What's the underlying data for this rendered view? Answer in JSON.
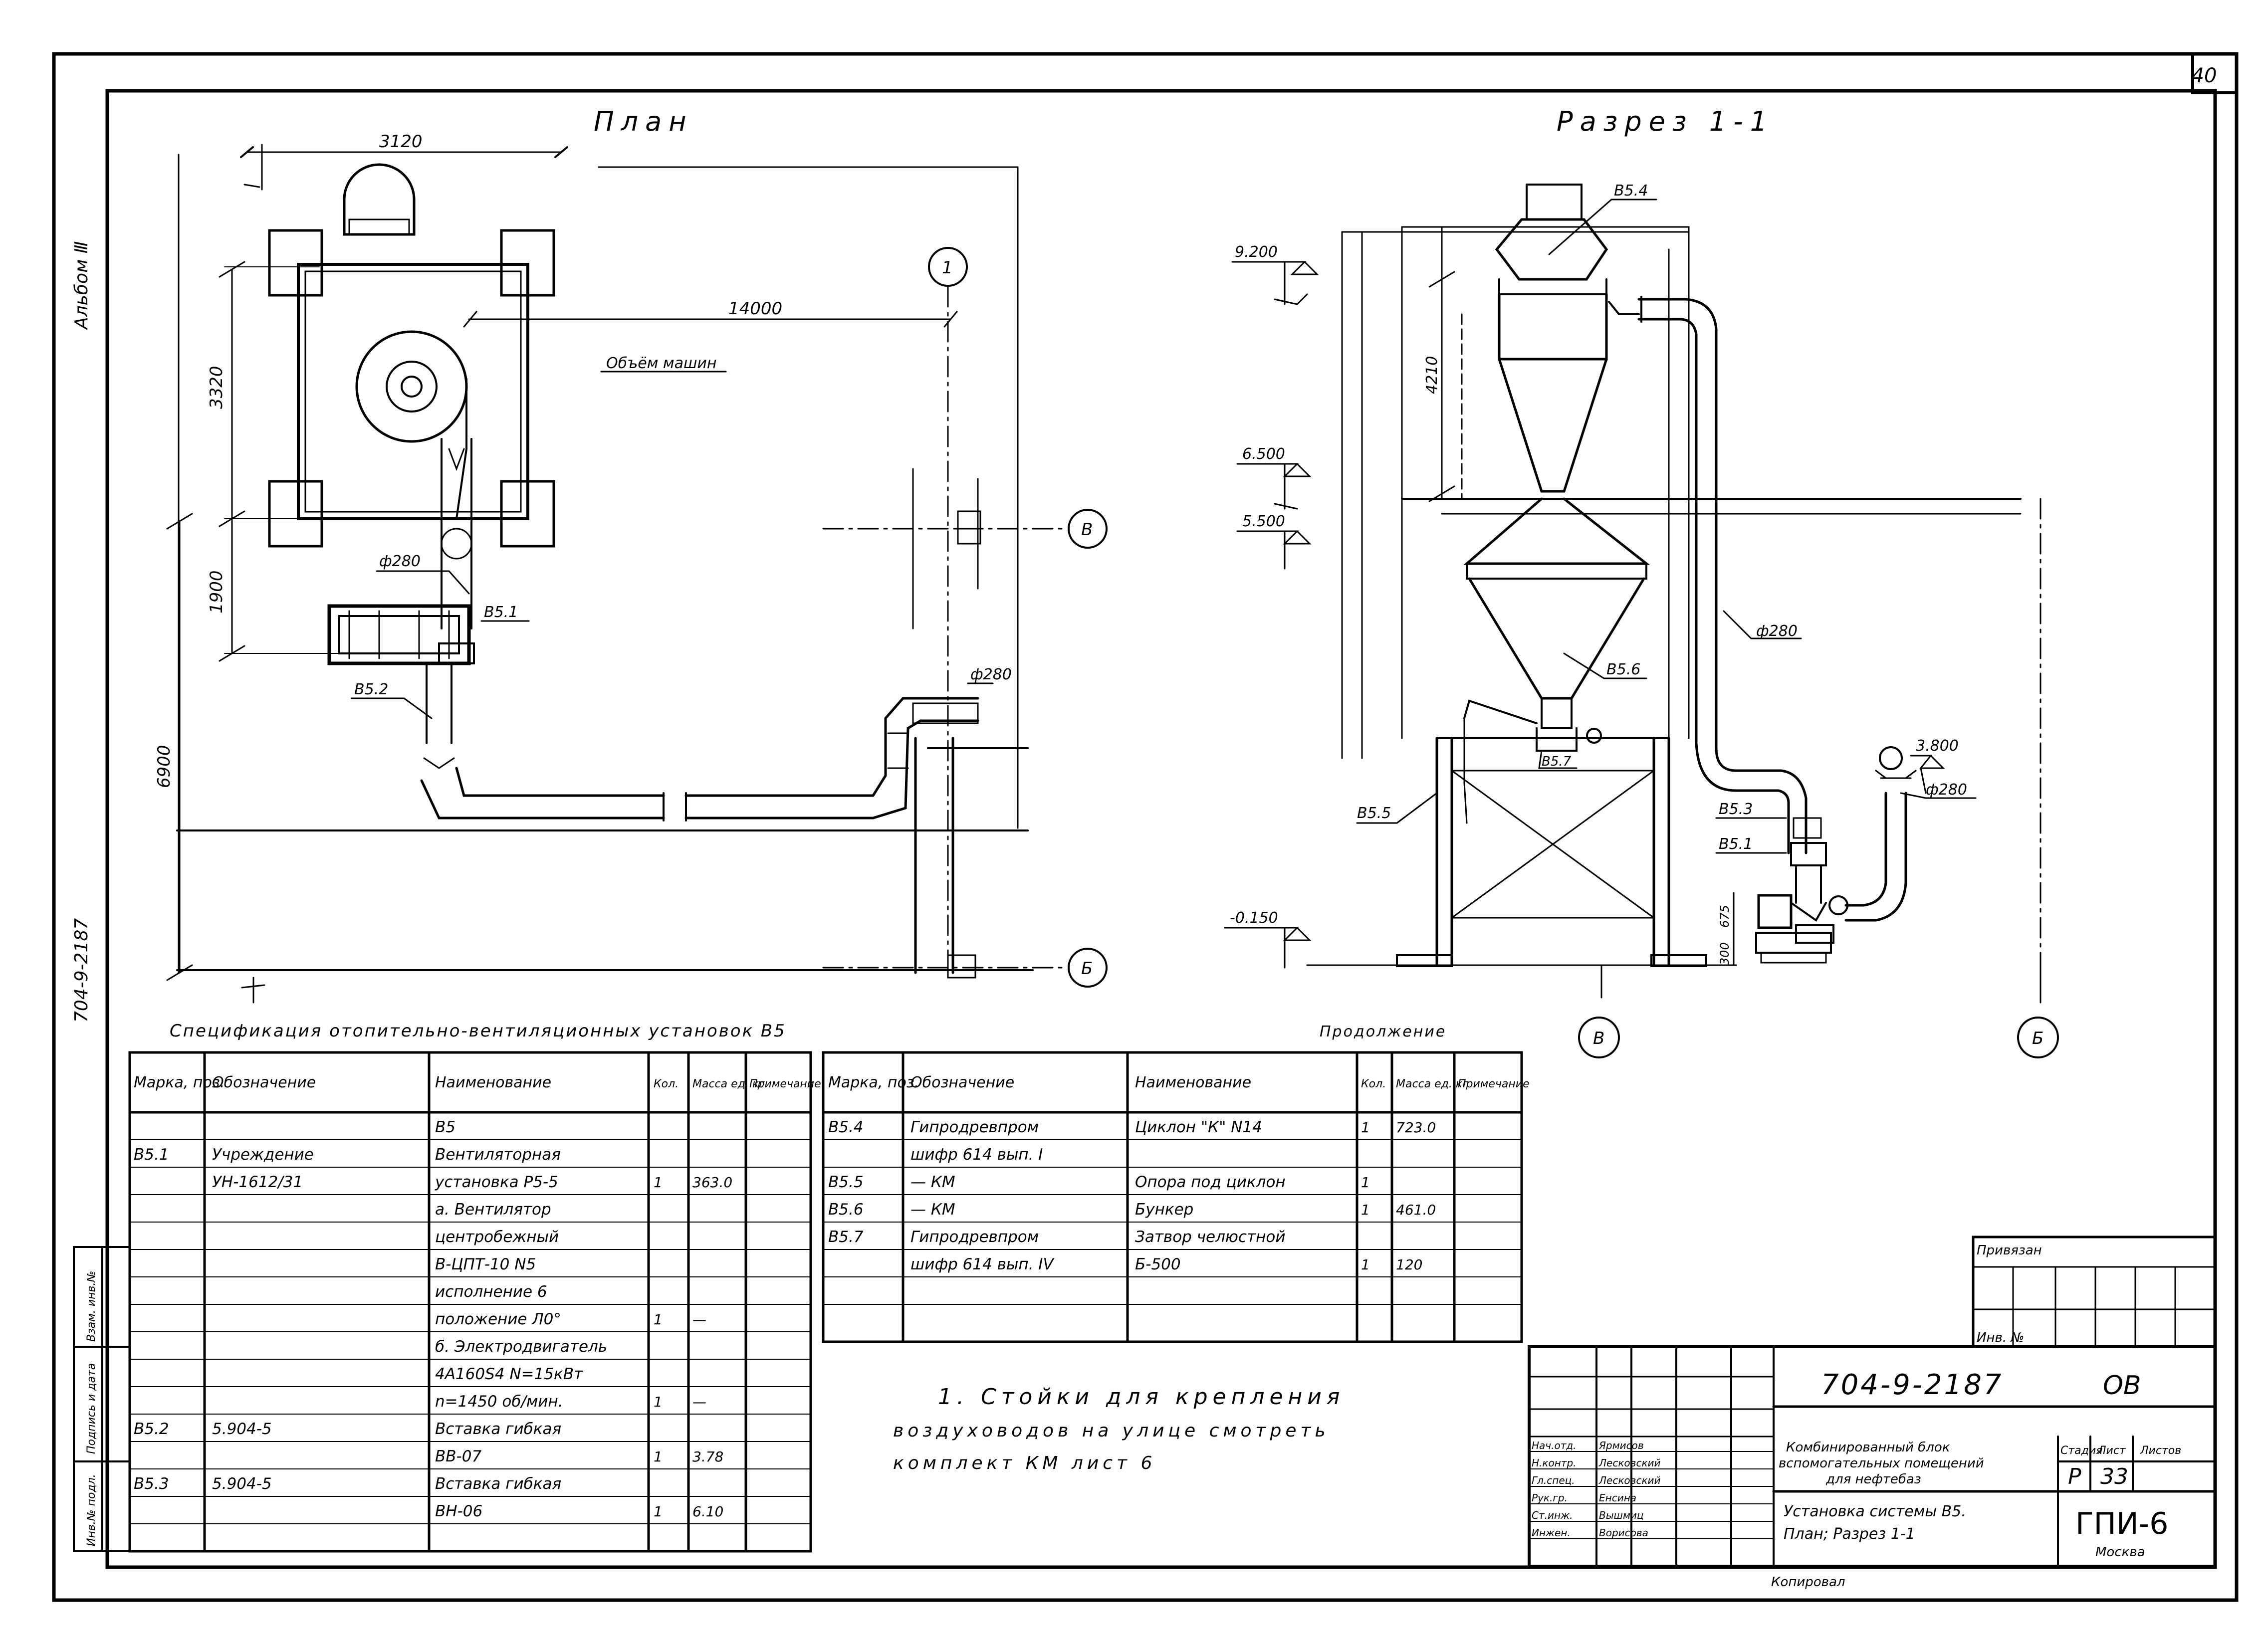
{
  "sheet": {
    "sheet_number": "40",
    "album_side": "Альбом Ⅲ",
    "doc_side": "704-9-2187"
  },
  "plan": {
    "title": "План",
    "dim_top": "3120",
    "dim_3320": "3320",
    "dim_1900": "1900",
    "dim_6900": "6900",
    "dim_14000": "14000",
    "machine_label": "Объём машин",
    "axis_1": "1",
    "axis_b": "В",
    "axis_bb": "Б",
    "pipe_d1": "ф280",
    "pipe_d2": "ф280",
    "mark_b51": "В5.1",
    "mark_b52": "В5.2"
  },
  "section": {
    "title": "Разрез 1-1",
    "lvl_9200": "9.200",
    "lvl_6500": "6.500",
    "lvl_5500": "5.500",
    "lvl_0150": "-0.150",
    "lvl_3800": "3.800",
    "dim_4210": "4210",
    "dim_300": "300",
    "dim_675": "675",
    "pipe_d1": "ф280",
    "pipe_d2": "ф280",
    "mark_b54": "В5.4",
    "mark_b56": "В5.6",
    "mark_b57": "В5.7",
    "mark_b55": "В5.5",
    "mark_b53": "В5.3",
    "mark_b51": "В5.1",
    "axis_b": "В",
    "axis_bb": "Б"
  },
  "spec": {
    "title": "Спецификация отопительно-вентиляционных установок В5",
    "headers": [
      "Марка, поз.",
      "Обозначение",
      "Наименование",
      "Кол.",
      "Масса ед. кг",
      "Примечание"
    ],
    "rows": [
      [
        "",
        "",
        "В5",
        "",
        "",
        ""
      ],
      [
        "В5.1",
        "Учреждение",
        "Вентиляторная",
        "",
        "",
        ""
      ],
      [
        "",
        "УН-1612/31",
        "установка Р5-5",
        "1",
        "363.0",
        ""
      ],
      [
        "",
        "",
        "а. Вентилятор",
        "",
        "",
        ""
      ],
      [
        "",
        "",
        "центробежный",
        "",
        "",
        ""
      ],
      [
        "",
        "",
        "В-ЦПТ-10 N5",
        "",
        "",
        ""
      ],
      [
        "",
        "",
        "исполнение 6",
        "",
        "",
        ""
      ],
      [
        "",
        "",
        "положение Л0°",
        "1",
        "—",
        ""
      ],
      [
        "",
        "",
        "б. Электродвигатель",
        "",
        "",
        ""
      ],
      [
        "",
        "",
        "4А160S4 N=15кВт",
        "",
        "",
        ""
      ],
      [
        "",
        "",
        "n=1450 об/мин.",
        "1",
        "—",
        ""
      ],
      [
        "В5.2",
        "5.904-5",
        "Вставка гибкая",
        "",
        "",
        ""
      ],
      [
        "",
        "",
        "ВВ-07",
        "1",
        "3.78",
        ""
      ],
      [
        "В5.3",
        "5.904-5",
        "Вставка гибкая",
        "",
        "",
        ""
      ],
      [
        "",
        "",
        "ВН-06",
        "1",
        "6.10",
        ""
      ]
    ]
  },
  "spec2": {
    "title": "Продолжение",
    "headers": [
      "Марка, поз.",
      "Обозначение",
      "Наименование",
      "Кол.",
      "Масса ед. кг",
      "Примечание"
    ],
    "rows": [
      [
        "В5.4",
        "Гипродревпром",
        "Циклон \"К\" N14",
        "1",
        "723.0",
        ""
      ],
      [
        "",
        "шифр 614 вып. I",
        "",
        "",
        "",
        ""
      ],
      [
        "В5.5",
        "— КМ",
        "Опора под циклон",
        "1",
        "",
        ""
      ],
      [
        "В5.6",
        "— КМ",
        "Бункер",
        "1",
        "461.0",
        ""
      ],
      [
        "В5.7",
        "Гипродревпром",
        "Затвор челюстной",
        "",
        "",
        ""
      ],
      [
        "",
        "шифр 614 вып. IV",
        "Б-500",
        "1",
        "120",
        ""
      ],
      [
        "",
        "",
        "",
        "",
        "",
        ""
      ]
    ]
  },
  "note": {
    "line1": "1. Стойки для крепления",
    "line2": "воздуховодов на улице смотреть",
    "line3": "комплект КМ лист 6"
  },
  "stamp": {
    "privyazan": "Привязан",
    "inv": "Инв. №",
    "code": "704-9-2187",
    "mark": "ОВ",
    "project": [
      "Комбинированный блок",
      "вспомогательных помещений",
      "для нефтебаз"
    ],
    "sheet_title": [
      "Установка системы В5.",
      "План; Разрез 1-1"
    ],
    "stage_h": "Стадия",
    "list_h": "Лист",
    "lists_h": "Листов",
    "stage": "Р",
    "list": "33",
    "org": "ГПИ-6",
    "city": "Москва",
    "copied": "Копировал",
    "roles": [
      "Нач.отд.",
      "Н.контр.",
      "Гл.спец.",
      "Рук.гр.",
      "Ст.инж.",
      "Инжен."
    ],
    "names": [
      "Ярмисов",
      "Лесковский",
      "Лесковский",
      "Енсина",
      "Вышмиц",
      "Ворисова"
    ],
    "left_cols": [
      "Инв.№ подл.",
      "Подпись и дата",
      "Взам. инв.№"
    ]
  }
}
